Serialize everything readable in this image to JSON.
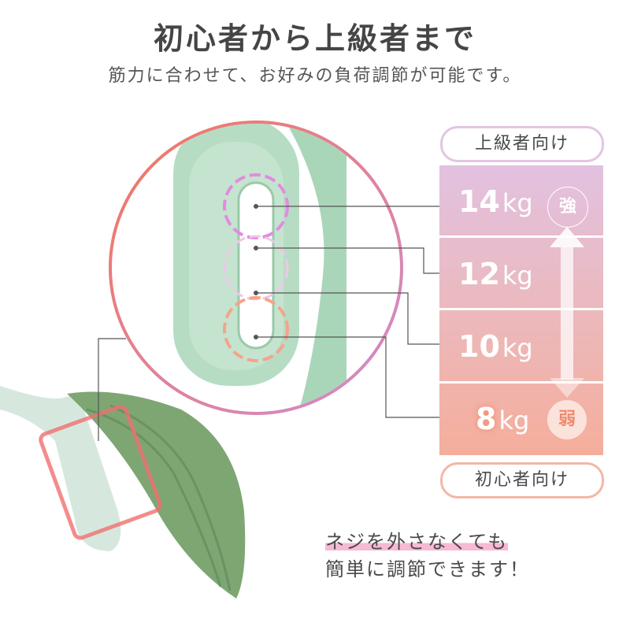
{
  "header": {
    "title": "初心者から上級者まで",
    "subtitle": "筋力に合わせて、お好みの負荷調節が可能です。"
  },
  "levels": {
    "top_label": "上級者向け",
    "bottom_label": "初心者向け",
    "rows": [
      {
        "value": "14",
        "unit": "kg"
      },
      {
        "value": "12",
        "unit": "kg"
      },
      {
        "value": "10",
        "unit": "kg"
      },
      {
        "value": "8",
        "unit": "kg"
      }
    ],
    "strong_label": "強",
    "weak_label": "弱"
  },
  "note": {
    "line1": "ネジを外さなくても",
    "line2": "簡単に調節できます！"
  },
  "colors": {
    "green": "#a9d6b8",
    "pink": "#e7a6de",
    "orange": "#f4907a"
  }
}
